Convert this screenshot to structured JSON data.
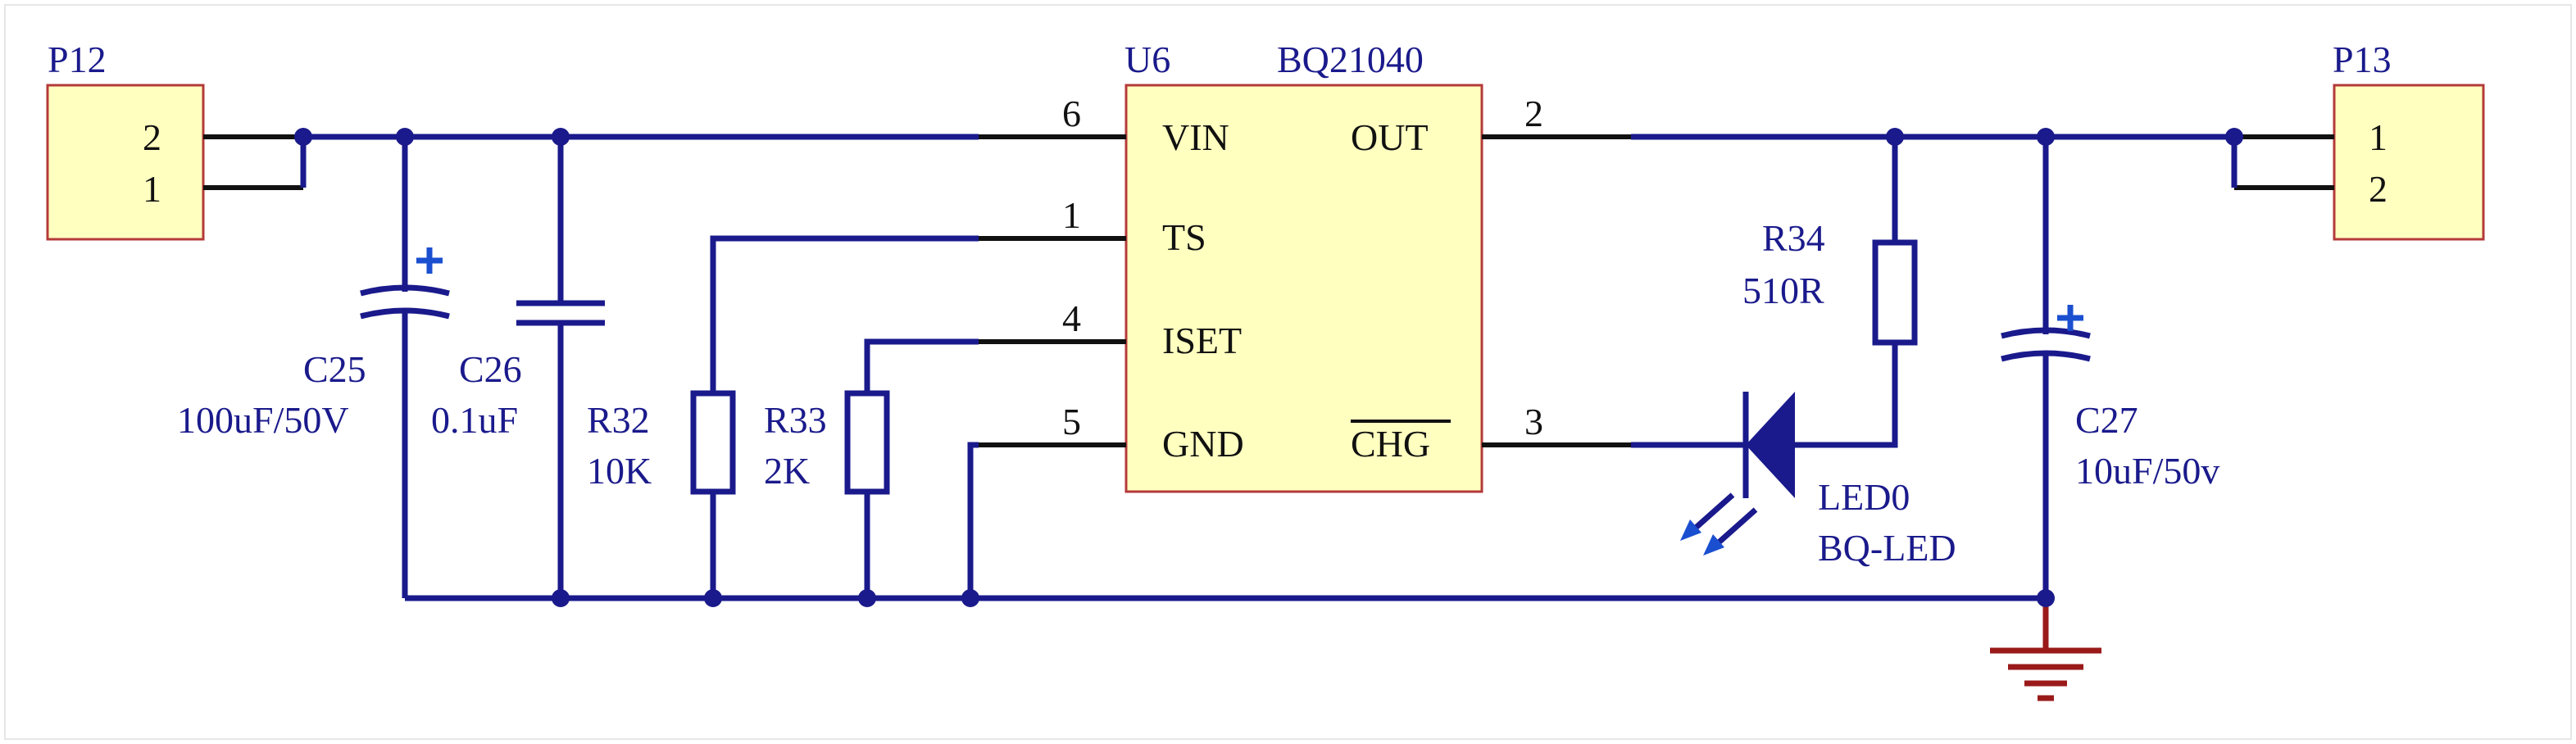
{
  "colors": {
    "wire": "#1a1a8c",
    "ic_fill": "#ffffc0",
    "ic_border": "#b43a3a",
    "ground": "#9a1a1a",
    "polarity": "#1a4fd0"
  },
  "connectors": {
    "p12": {
      "ref": "P12",
      "pin_top": "2",
      "pin_bottom": "1"
    },
    "p13": {
      "ref": "P13",
      "pin_top": "1",
      "pin_bottom": "2"
    }
  },
  "ic": {
    "ref": "U6",
    "part": "BQ21040",
    "pins": {
      "vin": {
        "name": "VIN",
        "num": "6"
      },
      "ts": {
        "name": "TS",
        "num": "1"
      },
      "iset": {
        "name": "ISET",
        "num": "4"
      },
      "gnd": {
        "name": "GND",
        "num": "5"
      },
      "out": {
        "name": "OUT",
        "num": "2"
      },
      "chg": {
        "name": "CHG",
        "num": "3"
      }
    }
  },
  "components": {
    "c25": {
      "ref": "C25",
      "value": "100uF/50V",
      "icon": "polarized-capacitor-icon"
    },
    "c26": {
      "ref": "C26",
      "value": "0.1uF",
      "icon": "capacitor-icon"
    },
    "r32": {
      "ref": "R32",
      "value": "10K",
      "icon": "resistor-icon"
    },
    "r33": {
      "ref": "R33",
      "value": "2K",
      "icon": "resistor-icon"
    },
    "r34": {
      "ref": "R34",
      "value": "510R",
      "icon": "resistor-icon"
    },
    "led0": {
      "ref": "LED0",
      "value": "BQ-LED",
      "icon": "led-icon"
    },
    "c27": {
      "ref": "C27",
      "value": "10uF/50v",
      "icon": "polarized-capacitor-icon"
    }
  },
  "ground_symbol": {
    "icon": "ground-icon"
  }
}
